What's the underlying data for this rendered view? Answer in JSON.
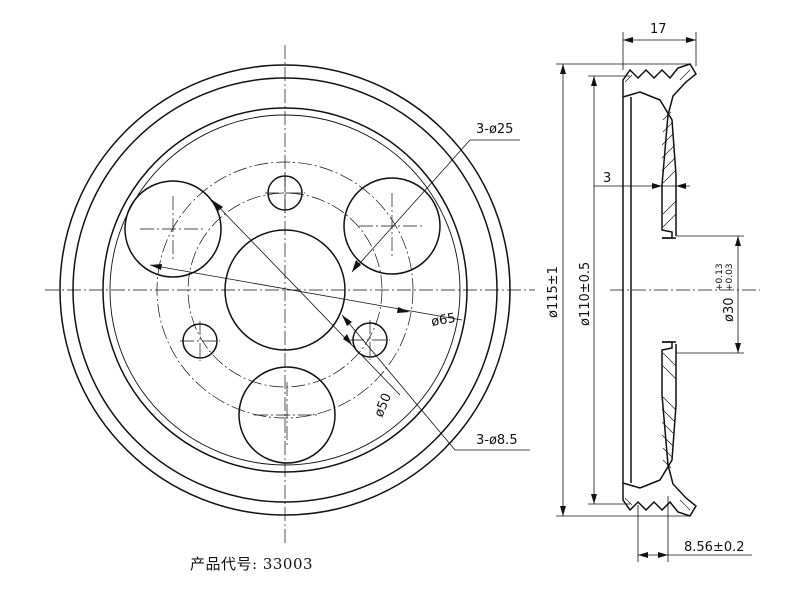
{
  "front_view": {
    "hole_large_label": "3-ø25",
    "hole_small_label": "3-ø8.5",
    "pcd_outer_label": "ø65",
    "pcd_inner_label": "ø50"
  },
  "side_view": {
    "width_label": "17",
    "step_label": "3",
    "outer_dia_label": "ø115±1",
    "inner_dia_label": "ø110±0.5",
    "bore_label": "ø30",
    "bore_tol_upper": "+0.13",
    "bore_tol_lower": "+0.03",
    "offset_label": "8.56±0.2"
  },
  "product_code_label": "产品代号: 33003"
}
